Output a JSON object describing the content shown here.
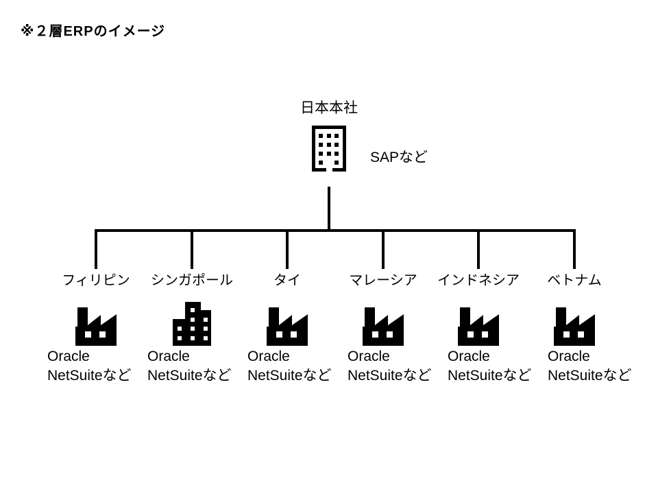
{
  "page": {
    "background": "#ffffff",
    "text_color": "#000000",
    "line_color": "#000000"
  },
  "title": "※２層ERPのイメージ",
  "headquarters": {
    "name": "日本本社",
    "erp": "SAPなど",
    "icon": "office-building"
  },
  "subsidiaries": [
    {
      "country": "フィリピン",
      "icon": "factory",
      "erp_vendor": "Oracle",
      "erp_product": "NetSuiteなど"
    },
    {
      "country": "シンガポール",
      "icon": "city-buildings",
      "erp_vendor": "Oracle",
      "erp_product": "NetSuiteなど"
    },
    {
      "country": "タイ",
      "icon": "factory",
      "erp_vendor": "Oracle",
      "erp_product": "NetSuiteなど"
    },
    {
      "country": "マレーシア",
      "icon": "factory",
      "erp_vendor": "Oracle",
      "erp_product": "NetSuiteなど"
    },
    {
      "country": "インドネシア",
      "icon": "factory",
      "erp_vendor": "Oracle",
      "erp_product": "NetSuiteなど"
    },
    {
      "country": "ベトナム",
      "icon": "factory",
      "erp_vendor": "Oracle",
      "erp_product": "NetSuiteなど"
    }
  ]
}
